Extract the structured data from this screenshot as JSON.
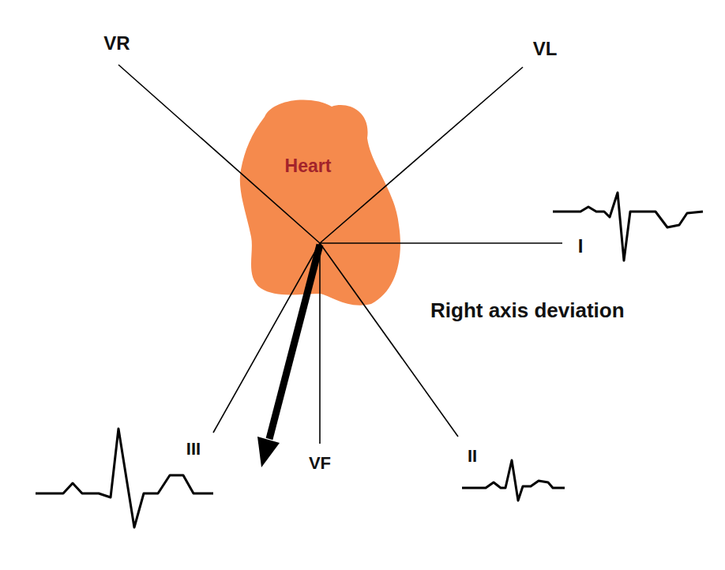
{
  "diagram": {
    "nodes": [
      {
        "text": [
          "Heart"
        ]
      }
    ],
    "labels": [
      "VR",
      "VL",
      "I",
      "III",
      "VF",
      "II",
      "Right axis deviation"
    ]
  }
}
